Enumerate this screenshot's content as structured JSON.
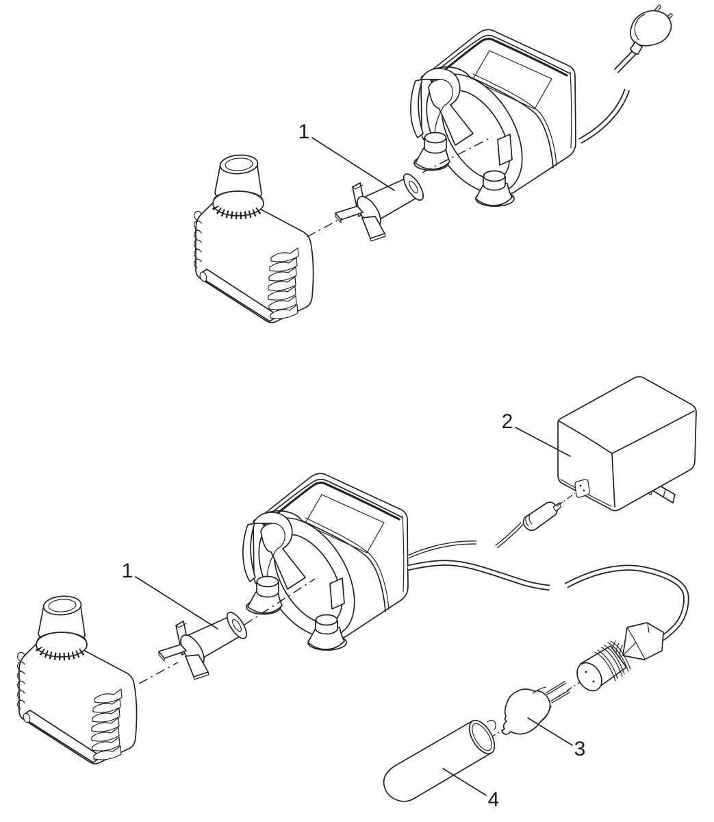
{
  "diagram": {
    "background": "#ffffff",
    "line_color": "#222222",
    "figures": [
      {
        "name": "pump-exploded-view-top",
        "callouts": [
          {
            "label": "1",
            "part": "impeller-rotor"
          }
        ]
      },
      {
        "name": "pump-exploded-view-bottom",
        "callouts": [
          {
            "label": "1",
            "part": "impeller-rotor"
          },
          {
            "label": "2",
            "part": "transformer"
          },
          {
            "label": "3",
            "part": "halogen-bulb"
          },
          {
            "label": "4",
            "part": "glass-sleeve"
          }
        ]
      }
    ]
  }
}
